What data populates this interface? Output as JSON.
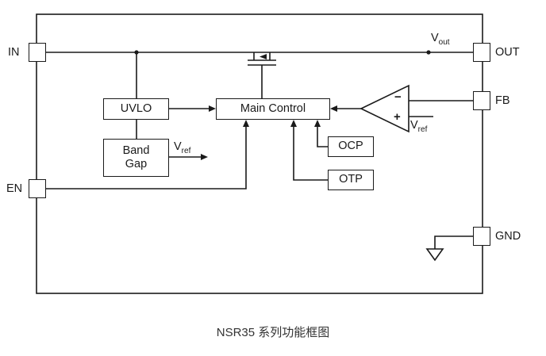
{
  "caption": "NSR35 系列功能框图",
  "pins": {
    "in": "IN",
    "en": "EN",
    "out": "OUT",
    "fb": "FB",
    "gnd": "GND"
  },
  "blocks": {
    "uvlo": "UVLO",
    "bandgap_line1": "Band",
    "bandgap_line2": "Gap",
    "main_control": "Main Control",
    "ocp": "OCP",
    "otp": "OTP"
  },
  "labels": {
    "v": "V",
    "out_sub": "out",
    "ref_sub": "ref",
    "minus": "−",
    "plus": "+"
  },
  "colors": {
    "line": "#1a1a1a",
    "background": "#ffffff"
  }
}
